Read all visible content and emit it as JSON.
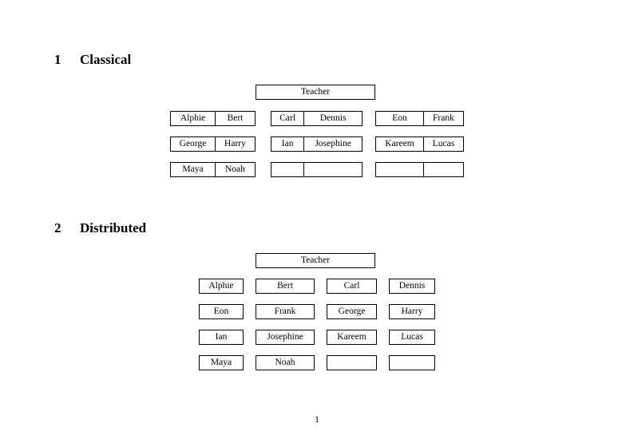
{
  "document": {
    "page_number": "1",
    "sections": [
      {
        "number": "1",
        "title": "Classical",
        "teacher_label": "Teacher",
        "groups": [
          {
            "rows": [
              {
                "left": "Alphie",
                "right": "Bert"
              },
              {
                "left": "George",
                "right": "Harry"
              },
              {
                "left": "Maya",
                "right": "Noah"
              }
            ]
          },
          {
            "rows": [
              {
                "left": "Carl",
                "right": "Dennis"
              },
              {
                "left": "Ian",
                "right": "Josephine"
              },
              {
                "left": "",
                "right": ""
              }
            ]
          },
          {
            "rows": [
              {
                "left": "Eon",
                "right": "Frank"
              },
              {
                "left": "Kareem",
                "right": "Lucas"
              },
              {
                "left": "",
                "right": ""
              }
            ]
          }
        ]
      },
      {
        "number": "2",
        "title": "Distributed",
        "teacher_label": "Teacher",
        "rows": [
          {
            "c1": "Alphie",
            "c2": "Bert",
            "c3": "Carl",
            "c4": "Dennis"
          },
          {
            "c1": "Eon",
            "c2": "Frank",
            "c3": "George",
            "c4": "Harry"
          },
          {
            "c1": "Ian",
            "c2": "Josephine",
            "c3": "Kareem",
            "c4": "Lucas"
          },
          {
            "c1": "Maya",
            "c2": "Noah",
            "c3": "",
            "c4": ""
          }
        ]
      }
    ]
  },
  "colors": {
    "page_background": "#ffffff",
    "text": "#000000",
    "box_border": "#000000"
  }
}
